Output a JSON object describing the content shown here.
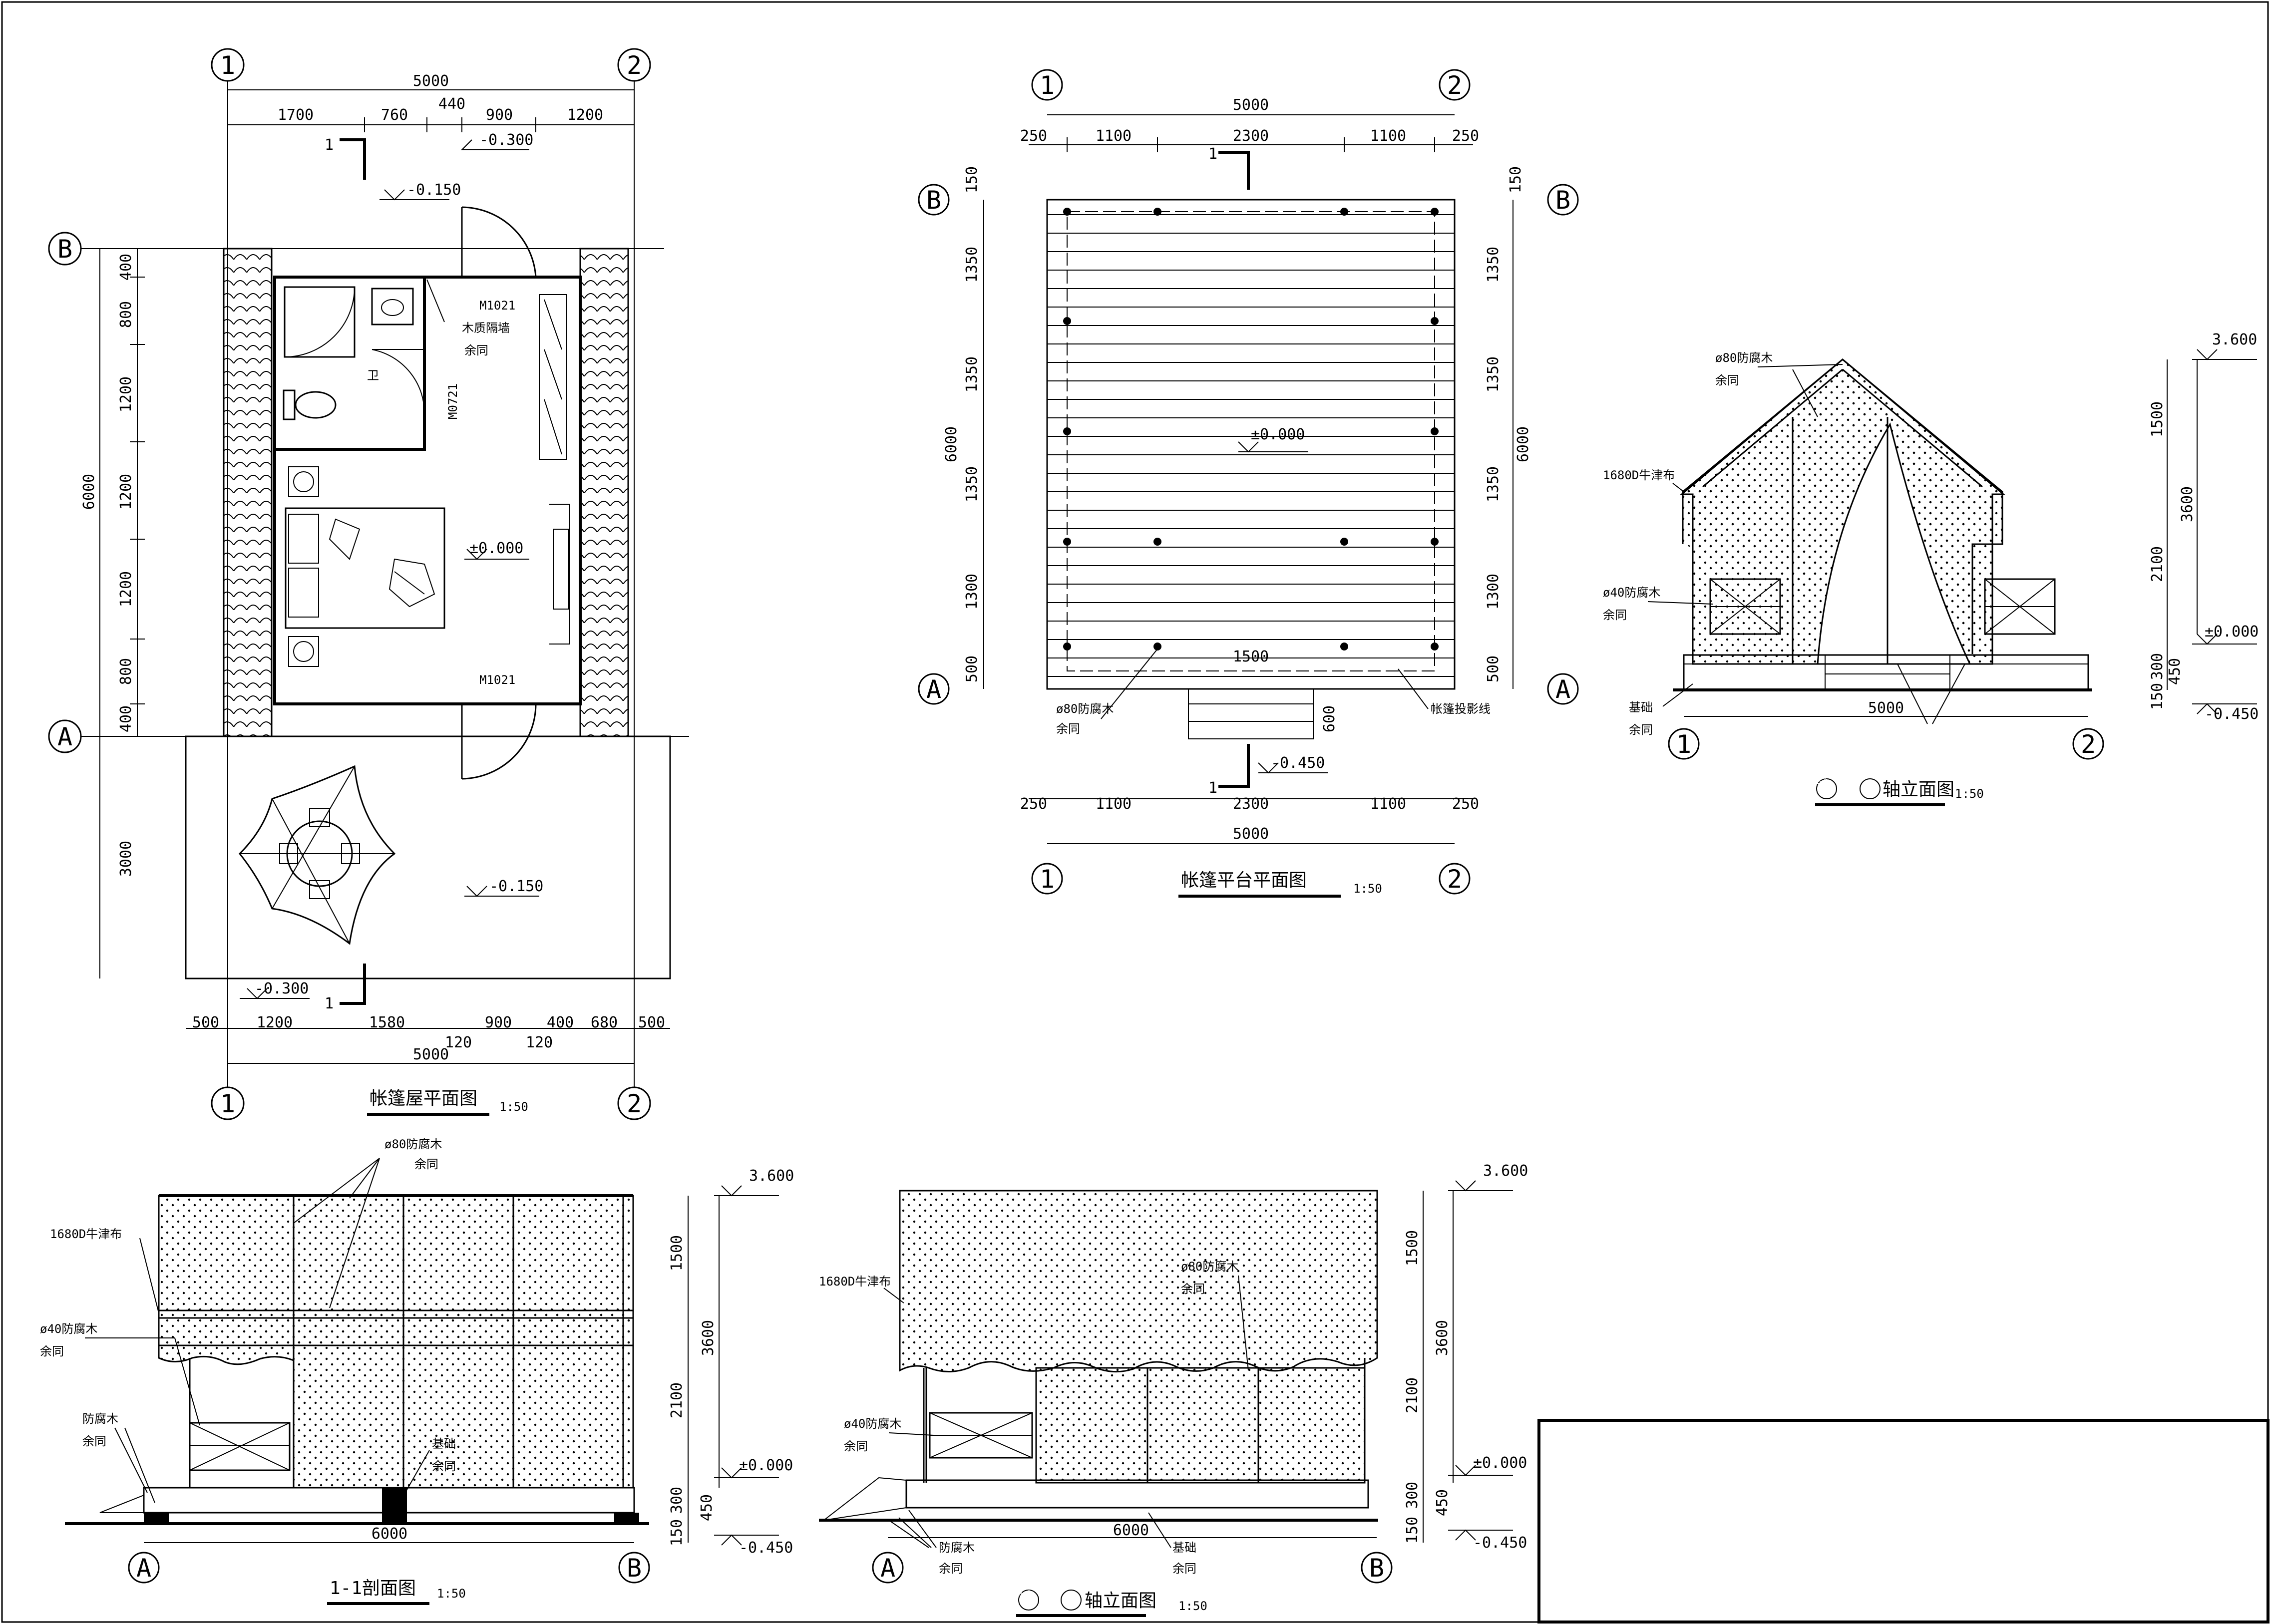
{
  "colors": {
    "line": "#000000",
    "paper": "#ffffff"
  },
  "plan": {
    "title": "帐篷屋平面图",
    "scale": "1:50",
    "axis_top_left": "1",
    "axis_top_right": "2",
    "axis_bot_left": "1",
    "axis_bot_right": "2",
    "axis_b": "B",
    "axis_a": "A",
    "dim_total_top": "5000",
    "dim_total_bot": "5000",
    "top_segs": [
      "1700",
      "760",
      "440",
      "900",
      "1200"
    ],
    "bot_segs": [
      "500",
      "1200",
      "1580",
      "120",
      "900",
      "120",
      "400",
      "680",
      "500"
    ],
    "left_segs": [
      "400",
      "800",
      "1200",
      "1200",
      "1200",
      "800",
      "400"
    ],
    "left_total": "6000",
    "left_terrace": "3000",
    "levels": [
      "-0.300",
      "-0.150",
      "±0.000",
      "-0.150",
      "-0.300"
    ],
    "door_m1021_top": "M1021",
    "door_m1021_bot": "M1021",
    "door_m0721": "M0721",
    "note_partition": "木质隔墙",
    "note_same": "余同",
    "section_mark": "1",
    "wc_mark": "卫"
  },
  "platform": {
    "title": "帐篷平台平面图",
    "scale": "1:50",
    "axis_top_left": "1",
    "axis_top_right": "2",
    "axis_bot_left": "1",
    "axis_bot_right": "2",
    "axis_b_left": "B",
    "axis_a_left": "A",
    "axis_b_right": "B",
    "axis_a_right": "A",
    "dim_total_top": "5000",
    "dim_total_bot": "5000",
    "top_segs": [
      "250",
      "1100",
      "2300",
      "1100",
      "250"
    ],
    "bot_segs": [
      "250",
      "1100",
      "2300",
      "1100",
      "250"
    ],
    "side_segs": [
      "150",
      "1350",
      "1350",
      "1350",
      "1300",
      "500"
    ],
    "side_total": "6000",
    "step_width": "1500",
    "step_depth": "600",
    "level_top": "±0.000",
    "level_bot": "-0.450",
    "note_post": "ø80防腐木",
    "note_same": "余同",
    "note_edge": "帐篷投影线",
    "section_mark": "1"
  },
  "elev12": {
    "title": "轴立面图",
    "title_prefix": "1~2",
    "scale": "1:50",
    "axis_left": "1",
    "axis_right": "2",
    "dim_width": "5000",
    "v_segs": [
      "1500",
      "2100",
      "300",
      "450",
      "150"
    ],
    "v_total": "3600",
    "levels": [
      "3.600",
      "±0.000",
      "-0.450"
    ],
    "note_post": "ø80防腐木",
    "note_same": "余同",
    "note_fabric": "1680D牛津布",
    "note_rail": "ø40防腐木",
    "note_rail_same": "余同",
    "note_found": "基础",
    "note_found_same": "余同"
  },
  "section": {
    "title": "1-1剖面图",
    "scale": "1:50",
    "axis_left": "A",
    "axis_right": "B",
    "dim_width": "6000",
    "v_segs": [
      "1500",
      "2100",
      "300",
      "450",
      "150"
    ],
    "v_total": "3600",
    "levels": [
      "3.600",
      "±0.000",
      "-0.450"
    ],
    "note_post": "ø80防腐木",
    "note_same": "余同",
    "note_fabric": "1680D牛津布",
    "note_rail": "ø40防腐木",
    "note_rail_same": "余同",
    "note_wood": "防腐木",
    "note_wood_same": "余同",
    "note_found": "基础",
    "note_found_same": "余同"
  },
  "elevab": {
    "title": "轴立面图",
    "title_prefix": "A~B",
    "scale": "1:50",
    "axis_left": "A",
    "axis_right": "B",
    "dim_width": "6000",
    "v_segs": [
      "1500",
      "2100",
      "300",
      "450",
      "150"
    ],
    "v_total": "3600",
    "levels": [
      "3.600",
      "±0.000",
      "-0.450"
    ],
    "note_post": "ø80防腐木",
    "note_same": "余同",
    "note_fabric": "1680D牛津布",
    "note_rail": "ø40防腐木",
    "note_rail_same": "余同",
    "note_wood": "防腐木",
    "note_wood_same": "余同",
    "note_found": "基础",
    "note_found_same": "余同"
  }
}
